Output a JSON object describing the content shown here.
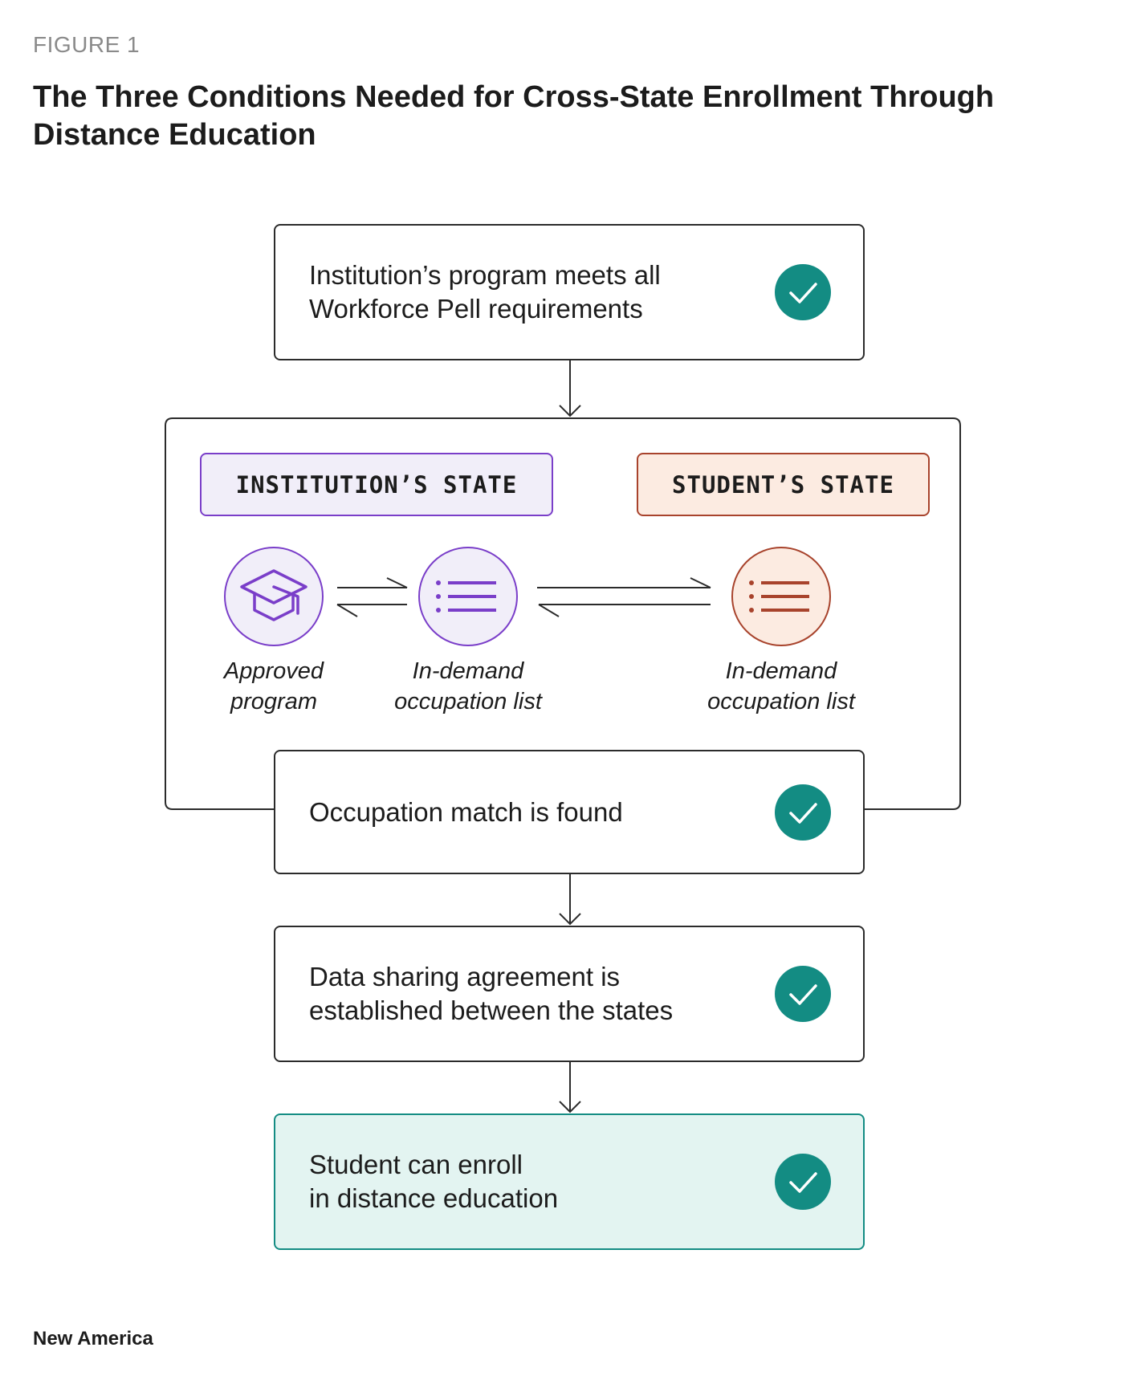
{
  "figure_label": "FIGURE 1",
  "title": {
    "line1": "The Three Conditions Needed for Cross-State Enrollment Through",
    "line2": "Distance Education"
  },
  "steps": [
    {
      "line1": "Institution’s program meets all",
      "line2": "Workforce Pell requirements",
      "status": "check"
    },
    {
      "line1": "Occupation match is found",
      "status": "check"
    },
    {
      "line1": "Data sharing agreement is",
      "line2": "established between the states",
      "status": "check"
    },
    {
      "line1": "Student can enroll",
      "line2": "in distance education",
      "status": "check"
    }
  ],
  "states": {
    "institution": "INSTITUTION’S STATE",
    "student": "STUDENT’S STATE"
  },
  "nodes": {
    "approved_program": {
      "line1": "Approved",
      "line2": "program",
      "icon": "graduation-cap-icon"
    },
    "institution_list": {
      "line1": "In-demand",
      "line2": "occupation list",
      "icon": "list-icon"
    },
    "student_list": {
      "line1": "In-demand",
      "line2": "occupation list",
      "icon": "list-icon"
    }
  },
  "colors": {
    "check": "#138c83",
    "institution": "#7a3ec9",
    "institution_fill": "#f1eef9",
    "student": "#a8432c",
    "student_fill": "#fcebe1",
    "final_fill": "#e3f4f1",
    "final_border": "#138c83"
  },
  "footer": "New America"
}
